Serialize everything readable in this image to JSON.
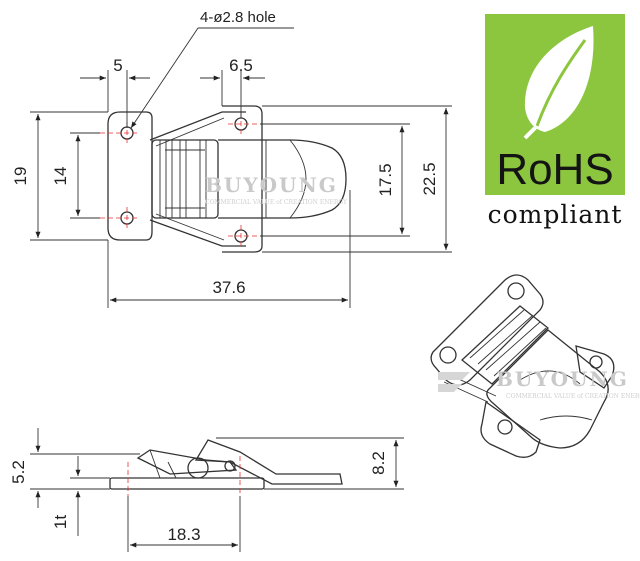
{
  "hole_note": "4-ø2.8 hole",
  "top_view": {
    "dim_hole_offset": "5",
    "dim_hole_offset_right": "6.5",
    "dim_height_overall": "19",
    "dim_hole_pitch": "14",
    "dim_right_pitch": "17.5",
    "dim_right_overall": "22.5",
    "dim_length": "37.6"
  },
  "side_view": {
    "dim_height_left": "5.2",
    "dim_thickness": "1t",
    "dim_height_right": "8.2",
    "dim_pitch": "18.3"
  },
  "watermark": {
    "brand": "BUYOUNG",
    "tagline": "COMMERCIAL VALUE of CREATION ENERGY"
  },
  "rohs": {
    "label": "RoHS",
    "compliant": "compliant",
    "badge_color": "#8cc63f",
    "icon": "leaf-icon"
  }
}
